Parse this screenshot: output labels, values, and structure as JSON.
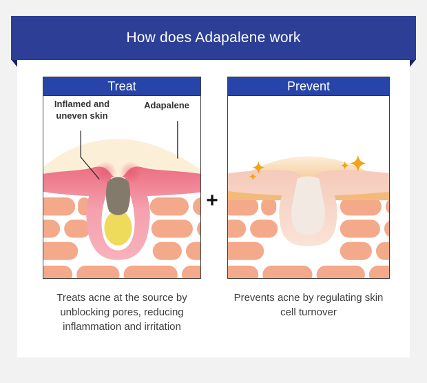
{
  "theme": {
    "page-bg": "#f2f2f2",
    "card-bg": "#ffffff",
    "banner-bg": "#2c3e95",
    "banner-fold": "#1a2465",
    "banner-text": "#ffffff",
    "panel-header-bg": "#2744a8",
    "panel-header-text": "#ffffff",
    "panel-border": "#3f3f3f",
    "caption-text": "#3d3d3d",
    "label-text": "#333333",
    "plus-color": "#111111",
    "cell-color": "#f3a98a",
    "plug-gray": "#847a6b",
    "sebum-yellow": "#eeda5b",
    "gel-cream": "#fcefd8",
    "pale-follicle-inner": "#f2e9e3",
    "sparkle-gold": "#f2a317",
    "leader-line": "#2b2b2b",
    "skin-pink-dark": "#ec7183",
    "skin-pink-light": "#f8b2bc",
    "pale-skin-dark": "#f5caba",
    "pale-skin-light": "#fae3d6",
    "glow-orange": "#f4ba7c"
  },
  "banner": {
    "title": "How does Adapalene work"
  },
  "plus": "+",
  "treat_panel": {
    "header": "Treat",
    "label_inflamed": "Inflamed and uneven skin",
    "label_adapalene": "Adapalene",
    "caption": "Treats acne at the source by unblocking pores, reducing inflammation and irritation"
  },
  "prevent_panel": {
    "header": "Prevent",
    "caption": "Prevents acne by regulating skin cell turnover"
  }
}
